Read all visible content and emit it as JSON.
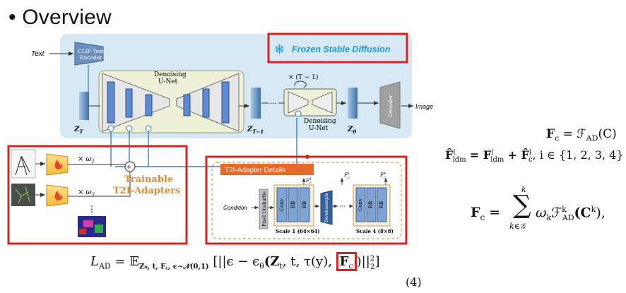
{
  "slide": {
    "title": "Overview"
  },
  "diagram": {
    "text_label": "Text",
    "clip_encoder": [
      "CLIP Text",
      "Encoder"
    ],
    "frozen_label": "Frozen Stable Diffusion",
    "snowflake_icon": "❄",
    "denoising_unet": [
      "Denoising",
      "U-Net"
    ],
    "repeat_label": "× (T − 1)",
    "zt_label": "Z",
    "zt_sub": "T",
    "zt1_label": "Z",
    "zt1_sub": "T−1",
    "z0_label": "Z",
    "z0_sub": "0",
    "ellipsis": "···",
    "decoder_label": "Decoder",
    "image_label": "Image",
    "omega1": "× ω",
    "omega1_sub": "1",
    "omega2": "× ω",
    "omega2_sub": "2",
    "vdots": "⋮",
    "trainable_label": [
      "Trainable",
      "T2I-Adapters"
    ],
    "plus": "+",
    "details_title": "T2I-Adapter Details",
    "condition": "Condition",
    "pixel_unshuffle": "Pixel Unshuffle",
    "conv": "Conv",
    "rb": "RB",
    "downsample": "Downsample",
    "scale1": "Scale 1 (64×64)",
    "scale4": "Scale 4 (8×8)",
    "fc1": "F",
    "fc1_sup": "1",
    "fck": "F",
    "fck_sup": "k",
    "fc4": "F",
    "fc4_sup": "4",
    "fc_sub": "c"
  },
  "equations": {
    "eq1": {
      "lhs": "F",
      "lhs_sub": "c",
      "rhs": "= ℱ",
      "rhs_sub": "AD",
      "rhs_arg": "(C)"
    },
    "eq2": {
      "text": "F̂",
      "full": "= F",
      "plus": "+ F̂",
      "cond": ", i ∈ {1, 2, 3, 4}",
      "sub": "ldm",
      "sup": "i",
      "sub_c": "c"
    },
    "eq3": {
      "lhs": "F",
      "lhs_sub": "c",
      "eq": "=",
      "sum": "∑",
      "sum_top": "k",
      "sum_bottom": "k∈𝒢",
      "omega": "ω",
      "omega_sub": "k",
      "F": "ℱ",
      "F_sup": "k",
      "F_sub": "AD",
      "arg": "(C",
      "arg_sup": "k",
      "close": "),"
    },
    "loss": {
      "lhs": "L",
      "lhs_sub": "AD",
      "eq": "= 𝔼",
      "e_sub": "Z₀, t, F꜀, ϵ∼𝒩(0,1)",
      "body": "[||ϵ − ϵ",
      "theta": "θ",
      "args": "(Z",
      "t_sub": "t",
      "rest": ", t, τ(y),",
      "fc": "F",
      "fc_sub": "c",
      "tail": ")||",
      "tail_sup": "2",
      "tail_sub": "2",
      "close": "]",
      "number": "(4)"
    }
  }
}
